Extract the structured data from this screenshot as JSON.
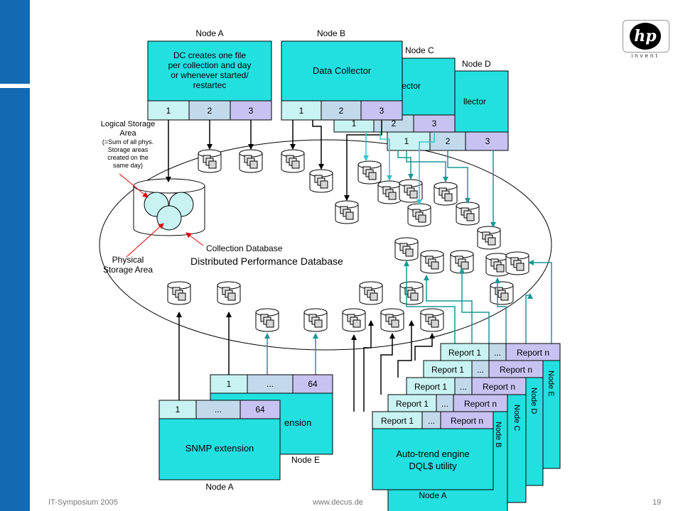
{
  "logo": {
    "mark": "hp",
    "tagline": "invent"
  },
  "footer": {
    "left": "IT-Symposium 2005",
    "center": "www.decus.de",
    "page": "19"
  },
  "nodes_top": {
    "a_label": "Node A",
    "a_text": [
      "DC creates one file",
      "per collection and day",
      "or whenever started/",
      "restartec"
    ],
    "b_label": "Node B",
    "b_text": "Data Collector",
    "c_label": "Node C",
    "c_text": "llector",
    "d_label": "Node D",
    "d_text": "llector",
    "slots": [
      "1",
      "2",
      "3"
    ]
  },
  "database": {
    "logical_storage": [
      "Logical Storage",
      "Area",
      "(=Sum of all phys.",
      "Storage areas",
      "created on the",
      "same day)"
    ],
    "physical_storage": [
      "Physical",
      "Storage Area"
    ],
    "collection_db": "Collection Database",
    "distributed_db": "Distributed Performance Database"
  },
  "snmp": {
    "front_title": "SNMP extension",
    "back_title": "ension",
    "slots_front": [
      "1",
      "...",
      "64"
    ],
    "slots_back": [
      "1",
      "...",
      "64"
    ],
    "front_node": "Node A",
    "back_node": "Node E"
  },
  "autotrend": {
    "engine": [
      "Auto-trend engine",
      "DQL$ utility"
    ],
    "report_first": "Report 1",
    "report_dots": "...",
    "report_last": "Report n",
    "front_node": "Node A",
    "side_nodes": [
      "Node B",
      "Node C",
      "Node D",
      "Node E"
    ]
  },
  "colors": {
    "box": "#22e0e0",
    "slot_light": "#c9f3f3",
    "slot_mid": "#c2d9ec",
    "slot_purple": "#c8c2f2",
    "teal_arrow": "#1a9595",
    "cyan_arrow": "#35c5c5",
    "sidebar": "#1469b3"
  }
}
